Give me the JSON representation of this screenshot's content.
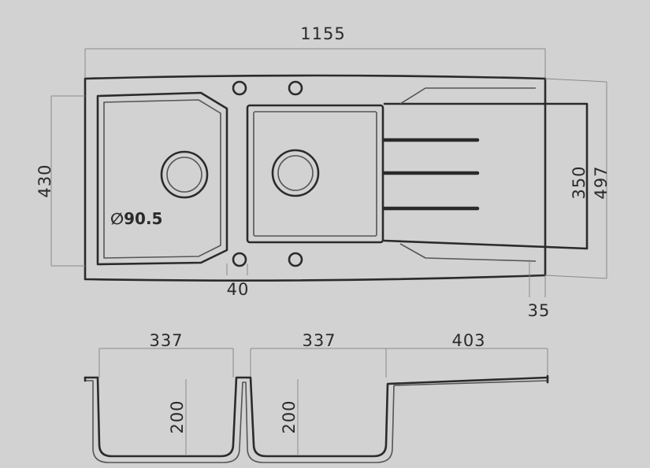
{
  "dimensions": {
    "overall_width": "1155",
    "overall_depth": "430",
    "drainer_depth": "350",
    "total_depth": "497",
    "drain_diameter": "∅90.5",
    "bowl_gap": "40",
    "drainer_offset": "35",
    "bowl1_width": "337",
    "bowl2_width": "337",
    "drainer_width": "403",
    "bowl1_depth": "200",
    "bowl2_depth": "200"
  },
  "colors": {
    "background": "#d2d2d2",
    "line": "#2b2b2b",
    "dim_line": "#8a8a8a"
  }
}
